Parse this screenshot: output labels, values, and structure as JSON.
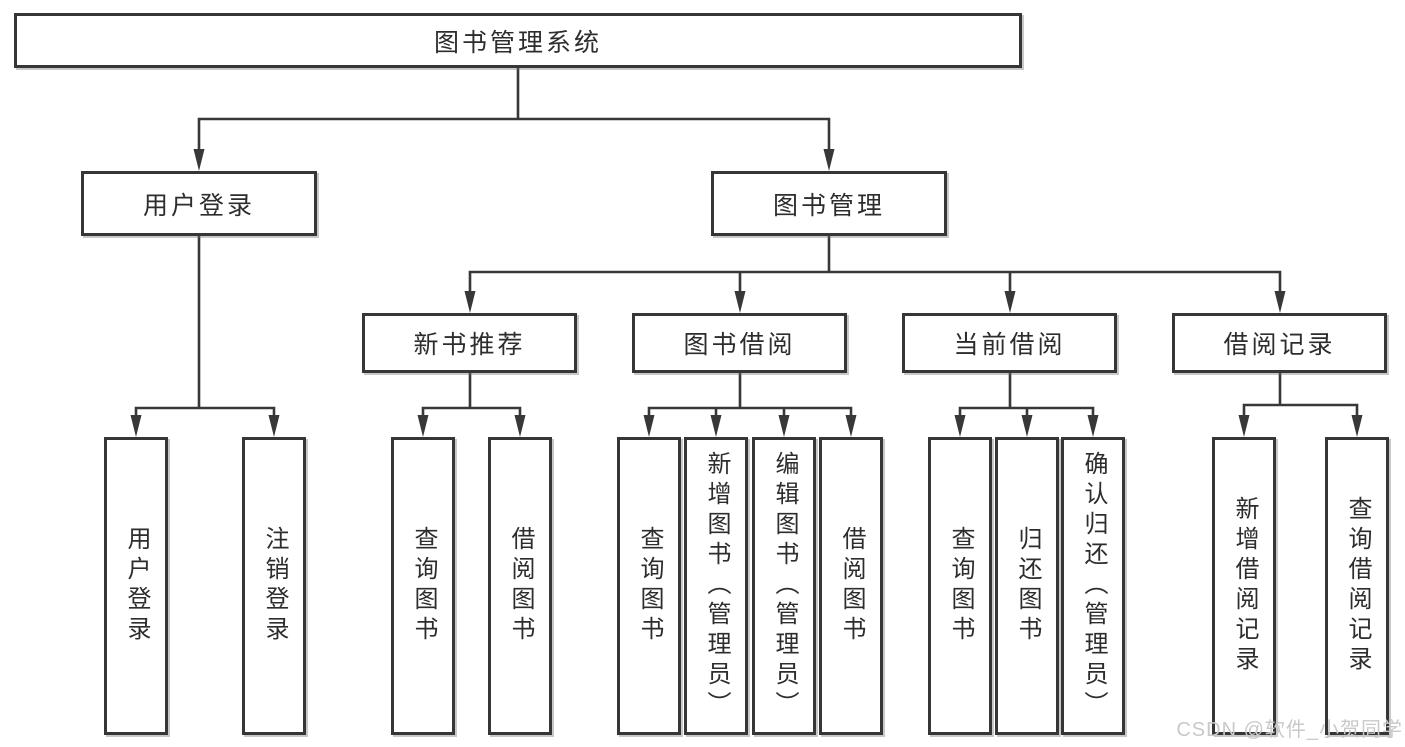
{
  "style": {
    "background": "#ffffff",
    "line_color": "#383838",
    "box_border_color": "#363636",
    "box_fill": "#ffffff",
    "text_color": "#2d2d2d",
    "watermark_color": "#c9c9c9"
  },
  "watermark": {
    "text": "CSDN @软件_小贺同学"
  },
  "tree": {
    "root": {
      "label": "图书管理系统",
      "children": [
        {
          "label": "用户登录",
          "children": [
            {
              "label": "用户登录"
            },
            {
              "label": "注销登录"
            }
          ]
        },
        {
          "label": "图书管理",
          "children": [
            {
              "label": "新书推荐",
              "children": [
                {
                  "label": "查询图书"
                },
                {
                  "label": "借阅图书"
                }
              ]
            },
            {
              "label": "图书借阅",
              "children": [
                {
                  "label": "查询图书"
                },
                {
                  "label": "新增图书（管理员）"
                },
                {
                  "label": "编辑图书（管理员）"
                },
                {
                  "label": "借阅图书"
                }
              ]
            },
            {
              "label": "当前借阅",
              "children": [
                {
                  "label": "查询图书"
                },
                {
                  "label": "归还图书"
                },
                {
                  "label": "确认归还（管理员）"
                }
              ]
            },
            {
              "label": "借阅记录",
              "children": [
                {
                  "label": "新增借阅记录"
                },
                {
                  "label": "查询借阅记录"
                }
              ]
            }
          ]
        }
      ]
    }
  }
}
